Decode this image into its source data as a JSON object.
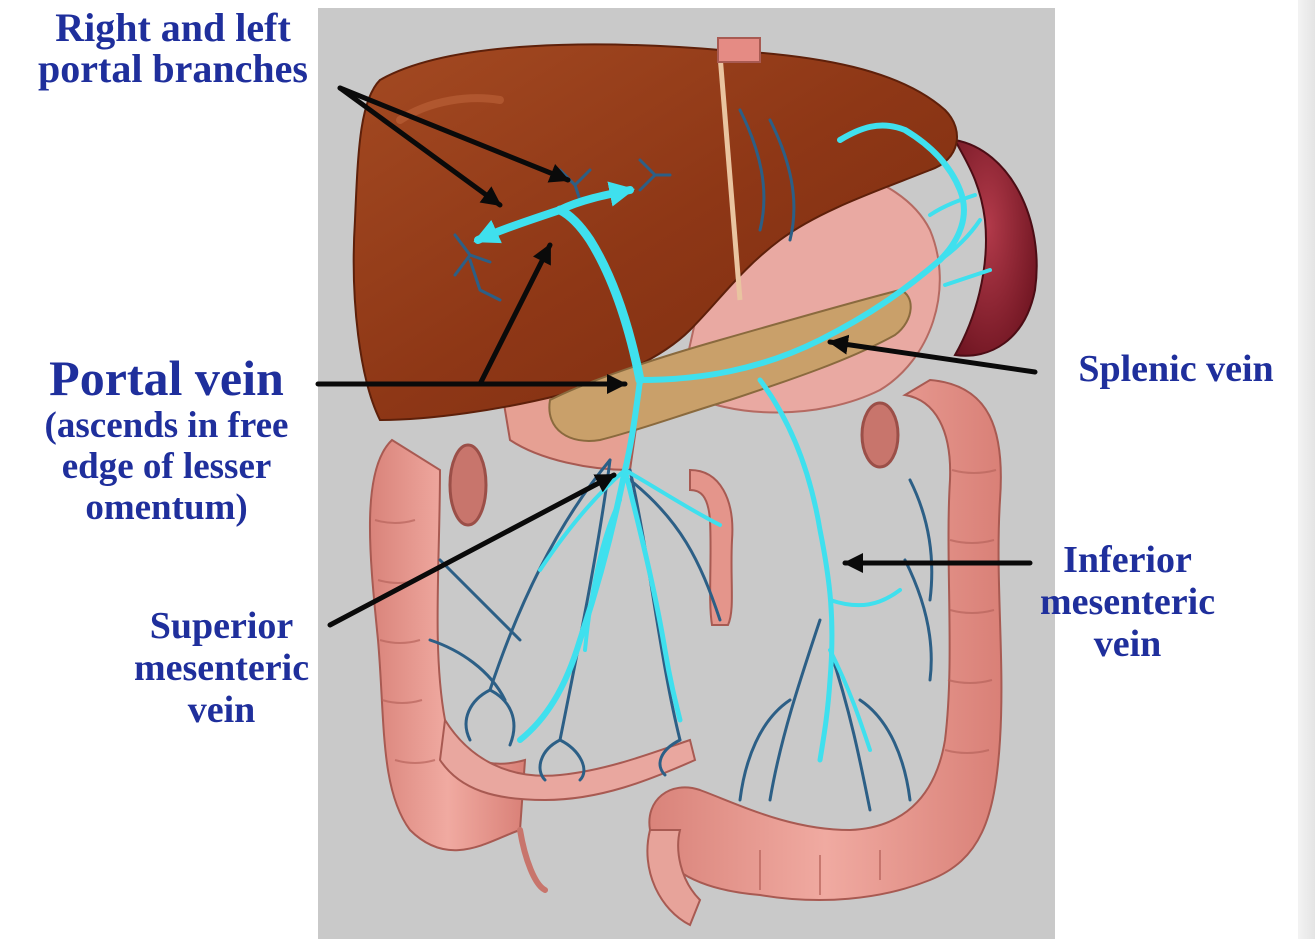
{
  "labels": {
    "portal_branches": [
      "Right and left",
      "portal branches"
    ],
    "portal_vein": "Portal vein",
    "portal_vein_note": [
      "(ascends in free",
      "edge of lesser",
      "omentum)"
    ],
    "superior_mesenteric": [
      "Superior",
      "mesenteric",
      "vein"
    ],
    "splenic": "Splenic vein",
    "inferior_mesenteric": [
      "Inferior",
      "mesenteric",
      "vein"
    ]
  },
  "colors": {
    "label_text": "#1f2f9c",
    "vein_highlight": "#3fe0ee",
    "vessel_dark": "#2c5f86",
    "liver": "#8e3716",
    "colon": "#e49a92",
    "spleen": "#8a1f2c",
    "pancreas": "#c9a06a",
    "backdrop": "#c9c9c9"
  }
}
